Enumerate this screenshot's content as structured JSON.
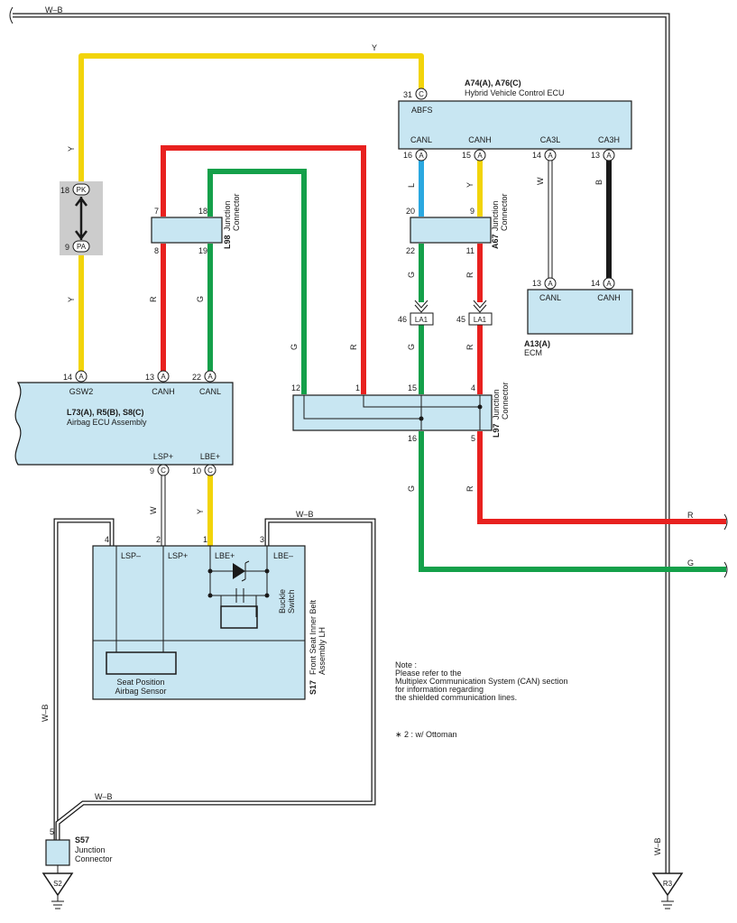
{
  "colors": {
    "Y": "#f2d40a",
    "R": "#e8211f",
    "G": "#14a04a",
    "L": "#2aa8e0",
    "B": "#1a1a1a",
    "W": "#ffffff",
    "box": "#c8e6f2"
  },
  "wires": {
    "wb_top": "W–B",
    "y_top": "Y",
    "y1": "Y",
    "y2": "Y",
    "r_l98": "R",
    "g_l98": "G",
    "g_long": "G",
    "r_long": "R",
    "l_can": "L",
    "y_can": "Y",
    "w_ca3l": "W",
    "b_ca3h": "B",
    "g_a67": "G",
    "r_a67": "R",
    "g_l97": "G",
    "r_l97": "R",
    "g_out": "G",
    "r_out": "R",
    "w_lsp": "W",
    "y_lbe": "Y",
    "wb_s17": "W–B",
    "wb_left": "W–B",
    "wb_bottom": "W–B",
    "wb_right": "W–B"
  },
  "ecu_hv": {
    "title": "A74(A), A76(C)",
    "subtitle": "Hybrid Vehicle Control ECU",
    "abfs": "ABFS",
    "canl": "CANL",
    "canh": "CANH",
    "ca3l": "CA3L",
    "ca3h": "CA3H",
    "p31": "31",
    "p16": "16",
    "p15": "15",
    "p14": "14",
    "p13": "13"
  },
  "ecm": {
    "title": "A13(A)",
    "subtitle": "ECM",
    "canl": "CANL",
    "canh": "CANH",
    "p13": "13",
    "p14": "14"
  },
  "airbag": {
    "title": "L73(A), R5(B), S8(C)",
    "subtitle": "Airbag ECU Assembly",
    "gsw2": "GSW2",
    "canh": "CANH",
    "canl": "CANL",
    "lspp": "LSP+",
    "lbep": "LBE+",
    "p14": "14",
    "p13": "13",
    "p22": "22",
    "p9": "9",
    "p10": "10"
  },
  "l98": {
    "id": "L98",
    "name1": "Junction",
    "name2": "Connector",
    "p7": "7",
    "p18": "18",
    "p8": "8",
    "p19": "19"
  },
  "a67": {
    "id": "A67",
    "name1": "Junction",
    "name2": "Connector",
    "p20": "20",
    "p9": "9",
    "p22": "22",
    "p11": "11"
  },
  "l97": {
    "id": "L97",
    "name1": "Junction",
    "name2": "Connector",
    "p12": "12",
    "p1": "1",
    "p15": "15",
    "p4": "4",
    "p16": "16",
    "p5": "5"
  },
  "la1": {
    "label": "LA1",
    "p46": "46",
    "p45": "45"
  },
  "pkpa": {
    "pk": "PK",
    "pa": "PA",
    "p18": "18",
    "p9": "9"
  },
  "s17": {
    "id": "S17",
    "line1": "Front Seat Inner Belt",
    "line2": "Assembly LH",
    "lspm": "LSP–",
    "lspp": "LSP+",
    "lbep": "LBE+",
    "lbem": "LBE–",
    "p4": "4",
    "p2": "2",
    "p1": "1",
    "p3": "3",
    "buckle1": "Buckle",
    "buckle2": "Switch",
    "sensor1": "Seat Position",
    "sensor2": "Airbag Sensor"
  },
  "s57": {
    "id": "S57",
    "name1": "Junction",
    "name2": "Connector",
    "p5": "5"
  },
  "grounds": {
    "s2": "S2",
    "r3": "R3"
  },
  "pin_letters": {
    "a": "A",
    "c": "C"
  },
  "note": {
    "l1": "Note :",
    "l2": "Please refer to the",
    "l3": "Multiplex Communication System (CAN) section",
    "l4": "for information regarding",
    "l5": "the shielded communication lines.",
    "ottoman": "∗ 2 : w/ Ottoman"
  }
}
